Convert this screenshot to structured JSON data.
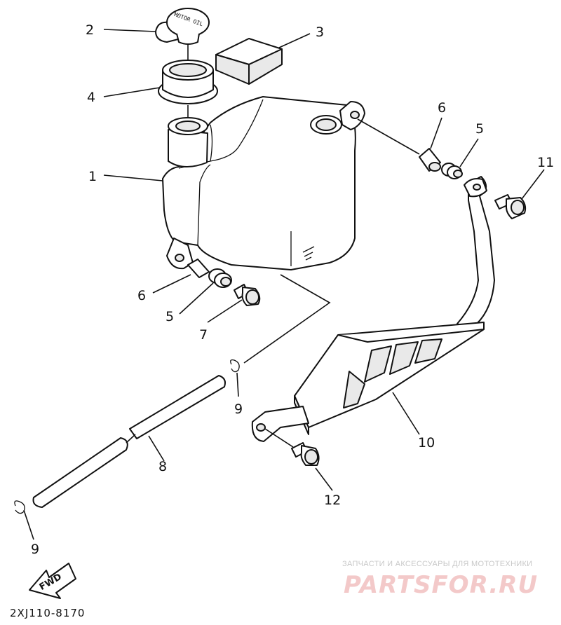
{
  "diagram": {
    "code": "2XJ110-8170",
    "fwd_label": "FWD",
    "cap_text": "MOTOR OIL",
    "callouts": {
      "p1": "1",
      "p2": "2",
      "p3": "3",
      "p4": "4",
      "p5a": "5",
      "p5b": "5",
      "p6a": "6",
      "p6b": "6",
      "p7": "7",
      "p8": "8",
      "p9a": "9",
      "p9b": "9",
      "p10": "10",
      "p11": "11",
      "p12": "12"
    }
  },
  "watermark": {
    "caption": "ЗАПЧАСТИ И АКСЕССУАРЫ ДЛЯ МОТОТЕХНИКИ",
    "logo": "PARTSFOR.RU"
  }
}
